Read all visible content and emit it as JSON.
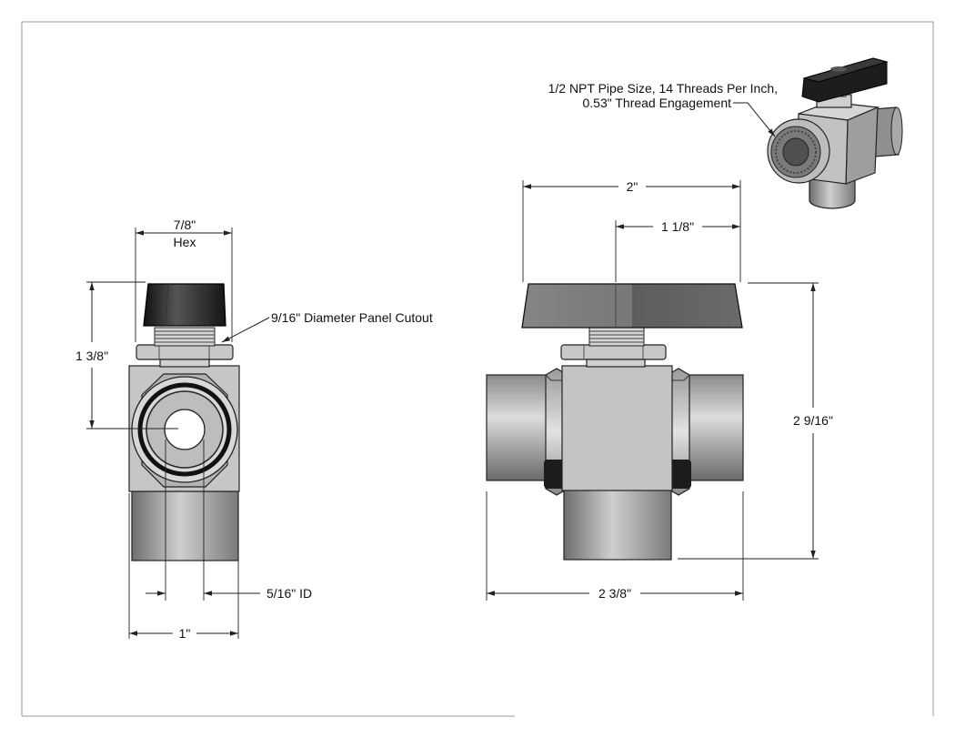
{
  "callouts": {
    "thread_line1": "1/2 NPT Pipe Size, 14 Threads Per Inch,",
    "thread_line2": "0.53\" Thread Engagement",
    "panel_cutout": "9/16\" Diameter Panel Cutout",
    "hex_size": "7/8\"",
    "hex_word": "Hex",
    "inner_diameter": "5/16\" ID"
  },
  "dimensions": {
    "side_height": "1 3/8\"",
    "side_width": "1\"",
    "handle_width": "2\"",
    "handle_offset": "1 1/8\"",
    "overall_height": "2 9/16\"",
    "overall_width": "2 3/8\""
  },
  "colors": {
    "line": "#222222",
    "handle": "#1e1e1e",
    "body": "#c4c4c4",
    "port": "#9a9a9a"
  }
}
